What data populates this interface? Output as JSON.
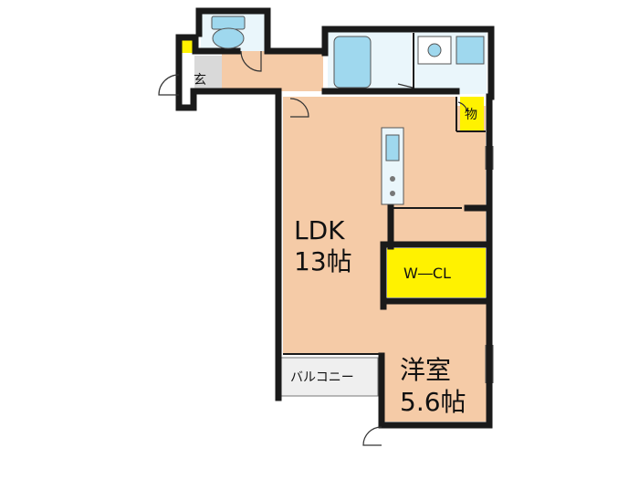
{
  "floorplan": {
    "rooms": {
      "ldk": {
        "name": "LDK",
        "size": "13帖"
      },
      "western": {
        "name": "洋室",
        "size": "5.6帖"
      },
      "walk_in_closet": {
        "name": "W―CL"
      },
      "entrance": {
        "name": "玄"
      },
      "storage": {
        "name": "物"
      },
      "balcony": {
        "name": "バルコニー"
      }
    },
    "colors": {
      "room_floor": "#F5CBA7",
      "entry_floor": "#D9D9D9",
      "closet": "#FFF200",
      "wet_area": "#EAF6FB",
      "fixture": "#9FD8EE",
      "wall": "#1a1a1a",
      "balcony": "#EFEFEF"
    }
  }
}
